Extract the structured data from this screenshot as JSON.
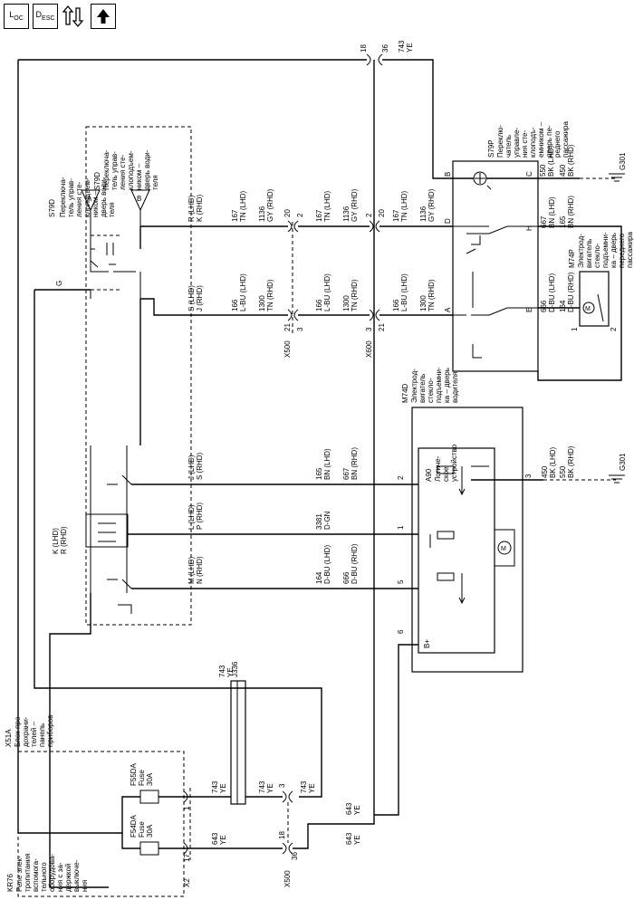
{
  "toolbar": {
    "loc_main": "L",
    "loc_sub": "OC",
    "desc_main": "D",
    "desc_sub": "ESC",
    "nav_icon": "signal-flow-icon",
    "up_icon": "up-arrow-icon"
  },
  "connectors": {
    "x600_top": "18",
    "x600_top_pin2": "36",
    "x500": "X500",
    "x600": "X600",
    "x2": "X2",
    "pin20": "20",
    "pin2": "2",
    "pin21": "21",
    "pin3": "3",
    "pin17": "17",
    "pin18": "18",
    "pin36": "36",
    "pin1": "1"
  },
  "wires": {
    "w743_ye": "743\nYE",
    "w643_ye": "643\nYE",
    "w167_tn": "167\nTN (LHD)",
    "w1136_gy": "1136\nGY (RHD)",
    "w166_lbu": "166\nL-BU (LHD)",
    "w1300_tn": "1300\nTN (RHD)",
    "w165_bn": "165\nBN (LHD)",
    "w667_bn": "667\nBN (RHD)",
    "w3381_dgn": "3381\nD-GN",
    "w164_dbu": "164\nD-BU (LHD)",
    "w666_dbu": "666\nD-BU (RHD)",
    "w450_bk": "450\nBK (LHD)",
    "w550_bk": "550\nBK (RHD)",
    "w550_bk_top": "550\nBK (LHD)",
    "w450_bk_top": "450\nBK (RHD)",
    "w667_bn_lhd": "667\nBN (LHD)",
    "w165_bn_rhd": "165\nBN (RHD)",
    "w666_dbu_lhd": "666\nD-BU (LHD)",
    "w164_dbu_rhd": "164\nD-BU (RHD)",
    "j336": "J336"
  },
  "components": {
    "s79d_code": "S79D",
    "s79d_desc": "Переключа-\nтель управ-\nления сте-\nклоподъем-\nником –\nдверь води-\nтеля",
    "s79p_code": "S79P",
    "s79p_desc": "Переклю-\nчатель\nуправле-\nния сте-\nклоподъ-\nемником –\nдверь пе-\nреднего\nпассажира",
    "m74d_code": "M74D",
    "m74d_desc": "Электрод-\nвигатель\nстекло-\nподъемни-\nка – дверь\nводителя",
    "a90_code": "A90",
    "a90_desc": "Логиче-\nское\nустройство",
    "m74p_code": "M74P",
    "m74p_desc": "Электрод-\nвигатель\nстекло-\nподъемни-\nка – дверь\nпереднего\nпассажира",
    "x51a_code": "X51A",
    "x51a_desc": "Блок пре-\nдохрани-\nтелей –\nпанель\nприборов",
    "kr76_code": "KR76",
    "kr76_desc": "Реле элек-\nтропитания\nвспомога-\nтельного\nоборудова-\nния с за-\nдержкой\nвыключе-\nния",
    "f54da": "F54DA\nFuse\n30A",
    "f55da": "F55DA\nFuse\n30A",
    "ground_top": "G301",
    "ground_mid": "G301",
    "label_a": "A",
    "label_b": "B"
  },
  "pins": {
    "s79d_g": "G",
    "s79d_r": "R (LHD)\nK (RHD)",
    "s79d_s": "S (LHD)\nJ (RHD)",
    "s79d_j": "J (LHD)\nS (RHD)",
    "s79d_l": "L (LHD)\nP (RHD)",
    "s79d_m": "M (LHD)\nN (RHD)",
    "s79d_k": "K (LHD)\nR (RHD)",
    "s79p_b": "B",
    "s79p_c": "C",
    "s79p_d": "D",
    "s79p_h": "H",
    "s79p_a": "A",
    "s79p_e": "E",
    "m74d_2": "2",
    "m74d_1": "1",
    "m74d_5": "5",
    "m74d_6": "6",
    "m74d_3": "3",
    "a90_bplus": "B+",
    "m74p_1": "1",
    "m74p_2": "2"
  }
}
